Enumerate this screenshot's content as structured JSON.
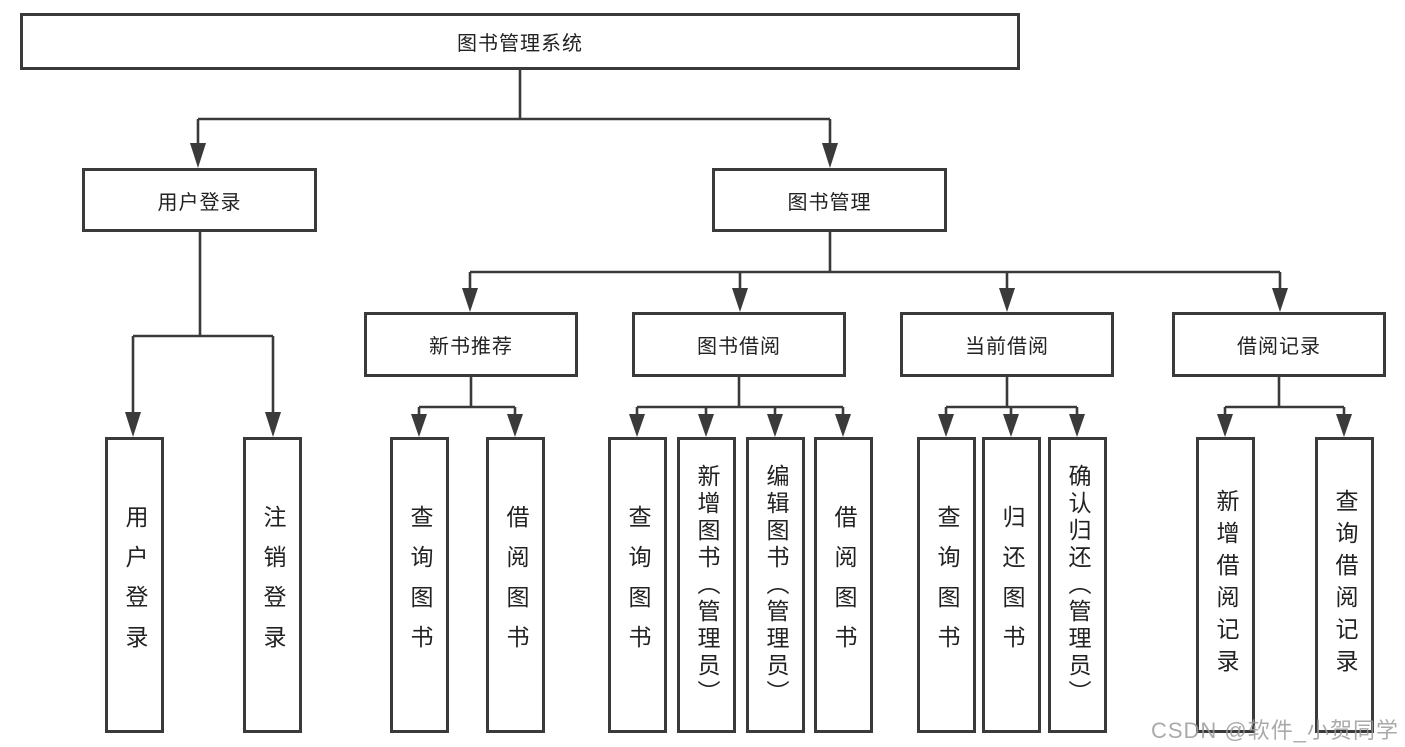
{
  "diagram": {
    "title": "图书管理系统",
    "nodes": {
      "root": "图书管理系统",
      "user_login": "用户登录",
      "book_management": "图书管理",
      "new_book_recommend": "新书推荐",
      "book_borrowing": "图书借阅",
      "current_borrowing": "当前借阅",
      "borrowing_records": "借阅记录",
      "leaf_user_login": "用户登录",
      "leaf_logout": "注销登录",
      "leaf_rec_query_books": "查询图书",
      "leaf_rec_borrow_books": "借阅图书",
      "leaf_bor_query_books": "查询图书",
      "leaf_bor_add_books": "新增图书（管理员）",
      "leaf_bor_edit_books": "编辑图书（管理员）",
      "leaf_bor_borrow_books": "借阅图书",
      "leaf_cur_query_books": "查询图书",
      "leaf_cur_return_books": "归还图书",
      "leaf_cur_confirm_return": "确认归还（管理员）",
      "leaf_recd_add_record": "新增借阅记录",
      "leaf_recd_query_record": "查询借阅记录"
    },
    "hierarchy": {
      "图书管理系统": [
        "用户登录",
        "图书管理"
      ],
      "用户登录": [
        "用户登录",
        "注销登录"
      ],
      "图书管理": [
        "新书推荐",
        "图书借阅",
        "当前借阅",
        "借阅记录"
      ],
      "新书推荐": [
        "查询图书",
        "借阅图书"
      ],
      "图书借阅": [
        "查询图书",
        "新增图书（管理员）",
        "编辑图书（管理员）",
        "借阅图书"
      ],
      "当前借阅": [
        "查询图书",
        "归还图书",
        "确认归还（管理员）"
      ],
      "借阅记录": [
        "新增借阅记录",
        "查询借阅记录"
      ]
    },
    "colors": {
      "line": "#3a3a3a",
      "box_fill": "#ffffff",
      "text": "#222222"
    }
  },
  "watermark": {
    "text": "CSDN @软件_小贺同学"
  }
}
